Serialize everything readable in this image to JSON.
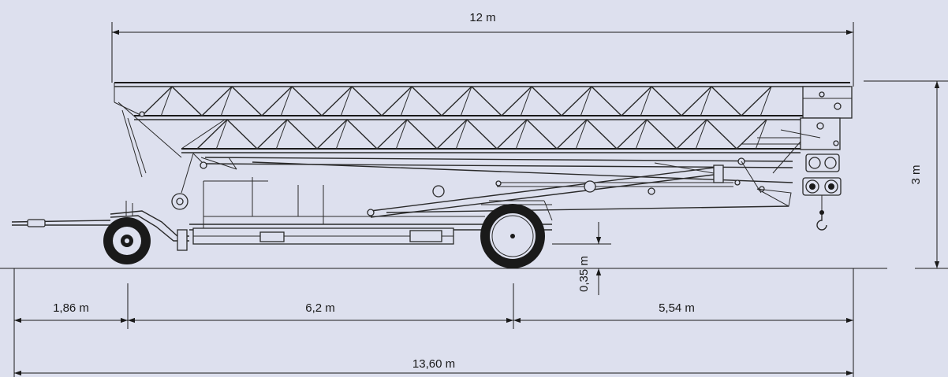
{
  "dimensions": {
    "jib_length": "12 m",
    "height": "3 m",
    "drawbar": "1,86 m",
    "wheelbase": "6,2 m",
    "clearance": "0,35 m",
    "rear_overhang": "5,54 m",
    "total_length": "13,60 m"
  },
  "colors": {
    "background": "#dde0ee",
    "line": "#1a1a1a"
  }
}
